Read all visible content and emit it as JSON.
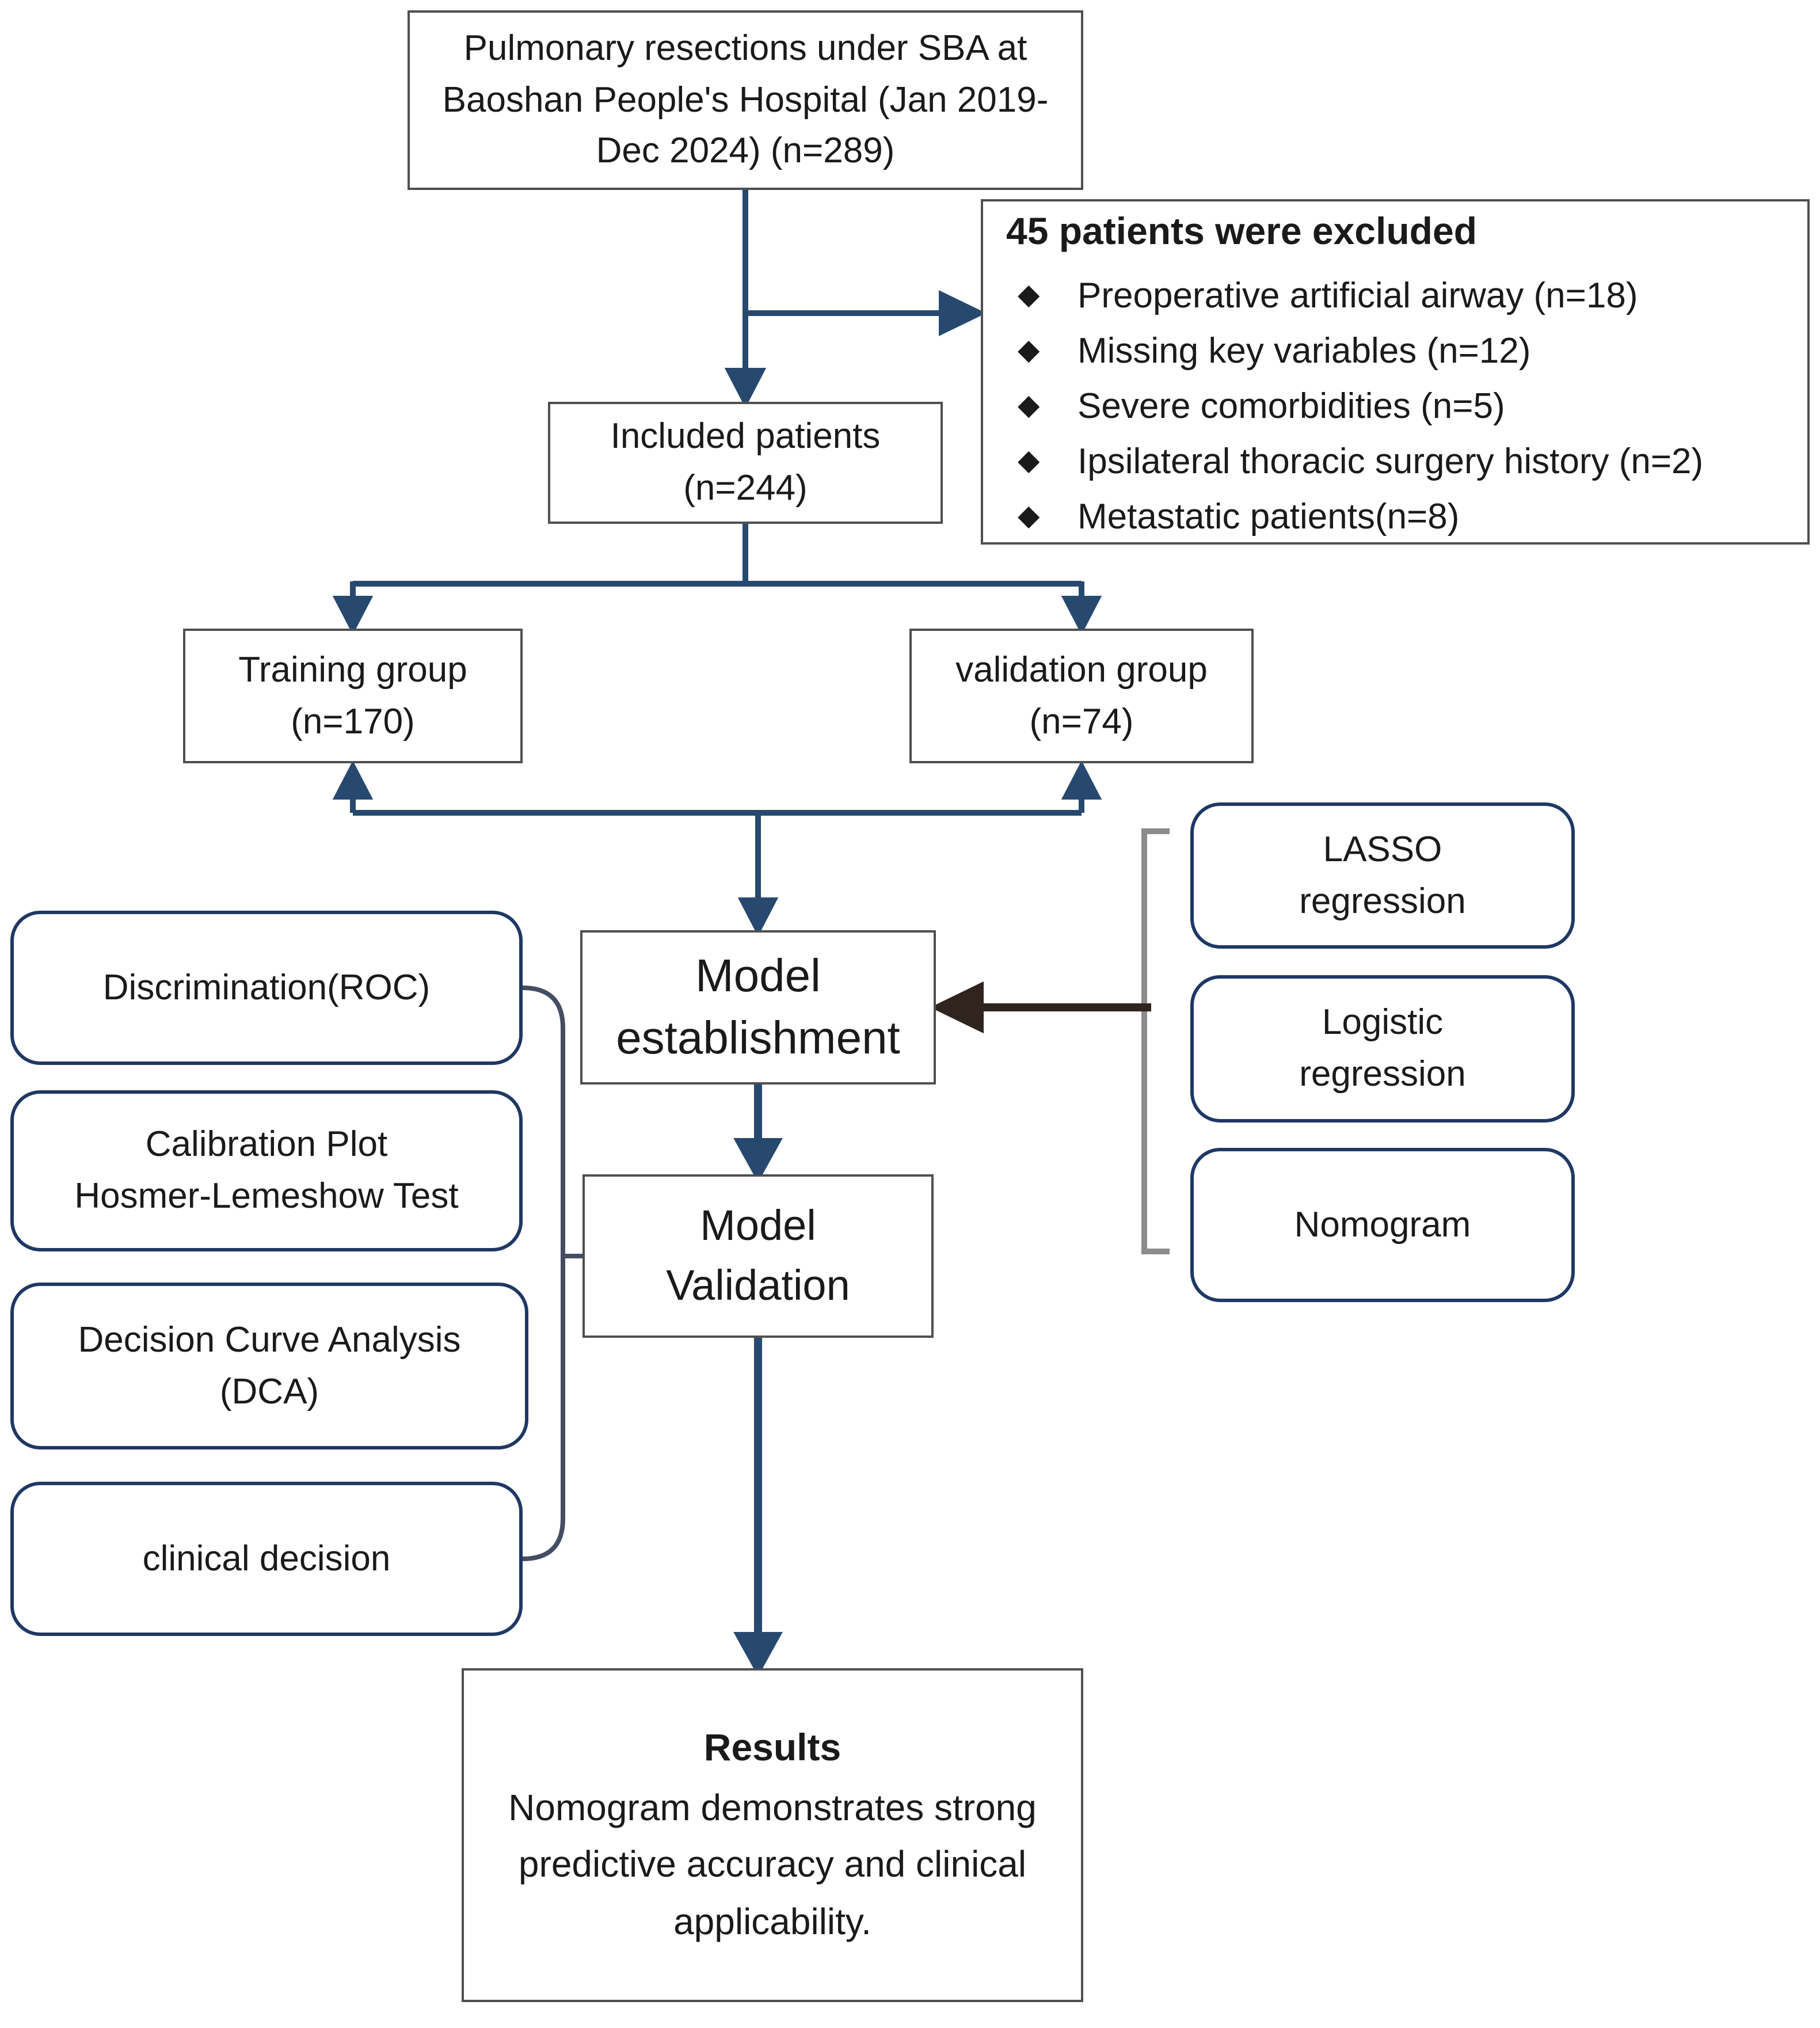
{
  "figure": {
    "type": "flowchart",
    "background": "#ffffff"
  },
  "colors": {
    "arrow_navy": "#27496f",
    "dark_arrow": "#30241f",
    "rect_border": "#4f4f4f",
    "rounded_border": "#1f3864",
    "bracket_gray": "#8c8c8c",
    "bracket_dark": "#454d63"
  },
  "top": {
    "text": "Pulmonary resections under SBA at Baoshan People's Hospital (Jan 2019-Dec 2024) (n=289)"
  },
  "excluded": {
    "title": "45 patients were excluded",
    "bullet": "◆",
    "items": [
      "Preoperative artificial airway (n=18)",
      "Missing key variables (n=12)",
      "Severe comorbidities (n=5)",
      "Ipsilateral thoracic surgery history (n=2)",
      "Metastatic patients(n=8)"
    ]
  },
  "included": {
    "line1": "Included patients",
    "line2": "(n=244)"
  },
  "training": {
    "line1": "Training group",
    "line2": "(n=170)"
  },
  "validation": {
    "line1": "validation group",
    "line2": "(n=74)"
  },
  "model_establishment": {
    "line1": "Model",
    "line2": "establishment"
  },
  "model_validation": {
    "line1": "Model",
    "line2": "Validation"
  },
  "results": {
    "title": "Results",
    "body": "Nomogram demonstrates strong predictive accuracy and clinical applicability."
  },
  "evaluation_boxes": {
    "roc": {
      "line1": "Discrimination(ROC)"
    },
    "calibration": {
      "line1": "Calibration Plot",
      "line2": "Hosmer-Lemeshow Test"
    },
    "dca": {
      "line1": "Decision Curve Analysis",
      "line2": "(DCA)"
    },
    "clinical": {
      "line1": "clinical decision"
    }
  },
  "method_boxes": {
    "lasso": {
      "line1": "LASSO",
      "line2": "regression"
    },
    "logistic": {
      "line1": "Logistic",
      "line2": "regression"
    },
    "nomogram": {
      "line1": "Nomogram"
    }
  }
}
